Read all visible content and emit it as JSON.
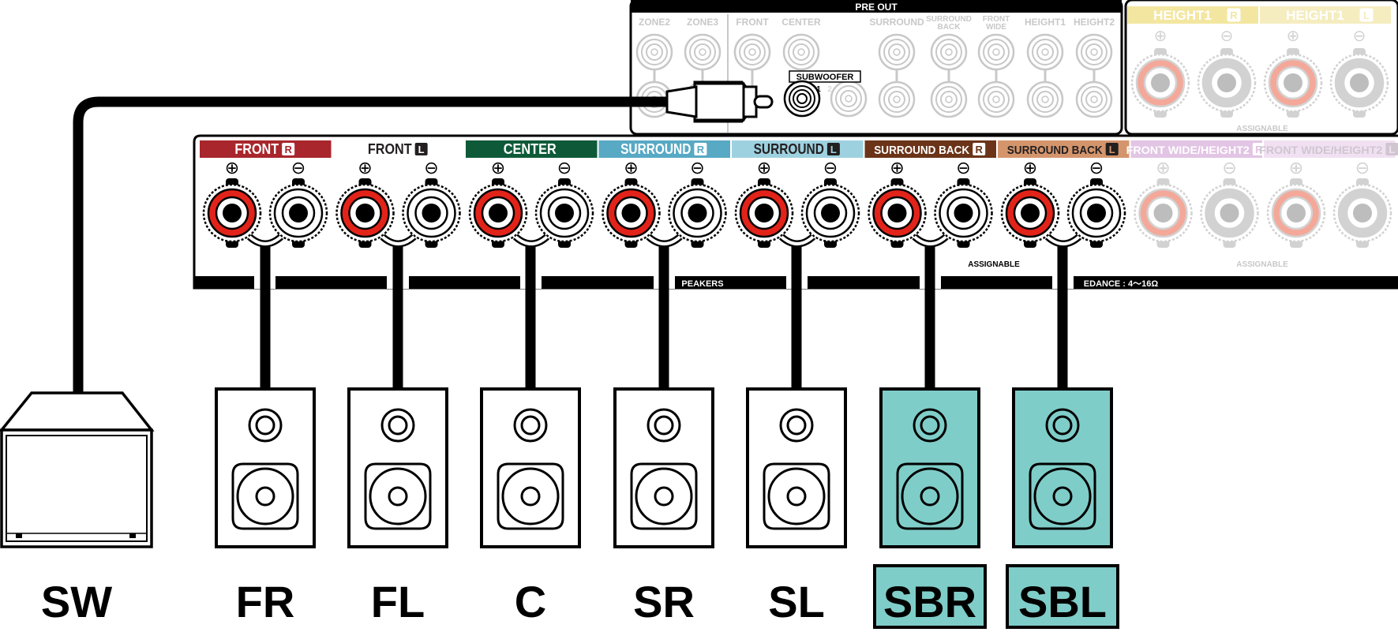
{
  "preout": {
    "title": "PRE OUT",
    "labels": [
      "ZONE2",
      "ZONE3",
      "FRONT",
      "CENTER",
      "SURROUND",
      "SURROUND BACK",
      "FRONT WIDE",
      "HEIGHT1",
      "HEIGHT2"
    ],
    "subwoofer_label": "SUBWOOFER",
    "sub_num_1": "1",
    "sub_num_2": "2"
  },
  "height_panel": {
    "channels": [
      {
        "label": "HEIGHT1",
        "side": "R",
        "color": "#f3e6a0",
        "ring": "#f4a899"
      },
      {
        "label": "HEIGHT1",
        "side": "L",
        "color": "#f5edc0",
        "ring": "#f4a899"
      }
    ],
    "assignable": "ASSIGNABLE"
  },
  "speaker_panel": {
    "channels": [
      {
        "label": "FRONT",
        "side": "R",
        "color": "#a8262c",
        "text": "#ffffff",
        "faded": false
      },
      {
        "label": "FRONT",
        "side": "L",
        "color": "#ffffff",
        "text": "#231f20",
        "faded": false
      },
      {
        "label": "CENTER",
        "side": "",
        "color": "#0e5a38",
        "text": "#ffffff",
        "faded": false
      },
      {
        "label": "SURROUND",
        "side": "R",
        "color": "#58a9c4",
        "text": "#ffffff",
        "faded": false
      },
      {
        "label": "SURROUND",
        "side": "L",
        "color": "#9ed1e0",
        "text": "#231f20",
        "faded": false
      },
      {
        "label": "SURROUND BACK",
        "side": "R",
        "color": "#6b3418",
        "text": "#ffffff",
        "faded": false
      },
      {
        "label": "SURROUND BACK",
        "side": "L",
        "color": "#d4956c",
        "text": "#231f20",
        "faded": false
      },
      {
        "label": "FRONT WIDE/HEIGHT2",
        "side": "R",
        "color": "#e2c4e4",
        "text": "#ffffff",
        "faded": true
      },
      {
        "label": "FRONT WIDE/HEIGHT2",
        "side": "L",
        "color": "#f1e0f2",
        "text": "#cfc6d0",
        "faded": true
      }
    ],
    "plus": "⊕",
    "minus": "⊖",
    "assignable_1": "ASSIGNABLE",
    "assignable_2": "ASSIGNABLE",
    "speakers_text": "PEAKERS",
    "impedance_text": "EDANCE : 4～16Ω"
  },
  "speakers": [
    {
      "label": "FR",
      "highlight": false
    },
    {
      "label": "FL",
      "highlight": false
    },
    {
      "label": "C",
      "highlight": false
    },
    {
      "label": "SR",
      "highlight": false
    },
    {
      "label": "SL",
      "highlight": false
    },
    {
      "label": "SBR",
      "highlight": true
    },
    {
      "label": "SBL",
      "highlight": true
    }
  ],
  "subwoofer": {
    "label": "SW"
  },
  "colors": {
    "terminal_red": "#e2231a",
    "highlight_teal": "#7fcdc9",
    "line": "#000000",
    "faded_grey": "#c8c8c8"
  }
}
